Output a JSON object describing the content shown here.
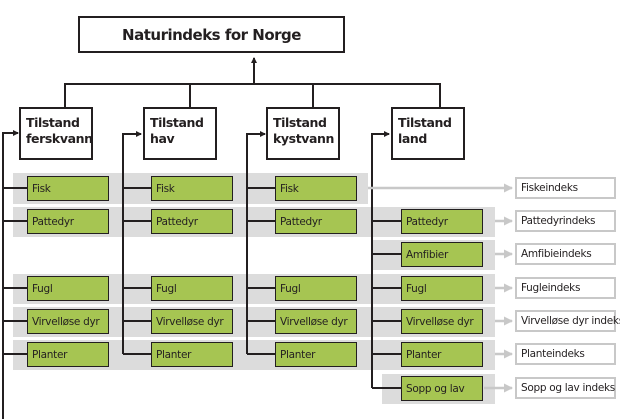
{
  "title": "Naturindeks for Norge",
  "columns": [
    {
      "line1": "Tilstand",
      "line2": "ferskvann"
    },
    {
      "line1": "Tilstand",
      "line2": "hav"
    },
    {
      "line1": "Tilstand",
      "line2": "kystvann"
    },
    {
      "line1": "Tilstand",
      "line2": "land"
    }
  ],
  "rows": {
    "fisk": "Fisk",
    "pattedyr": "Pattedyr",
    "amfibier": "Amfibier",
    "fugl": "Fugl",
    "virvellose": "Virvelløse dyr",
    "planter": "Planter",
    "sopp": "Sopp og lav"
  },
  "indices": {
    "fisk": "Fiskeindeks",
    "pattedyr": "Pattedyrindeks",
    "amfibier": "Amfibieindeks",
    "fugl": "Fugleindeks",
    "virvellose": "Virvelløse dyr indeks",
    "planter": "Planteindeks",
    "sopp": "Sopp og lav indeks"
  },
  "colors": {
    "category_fill": "#a6c552",
    "band": "#dcdcdc",
    "index_line": "#c8c8c8",
    "line": "#231f20"
  }
}
